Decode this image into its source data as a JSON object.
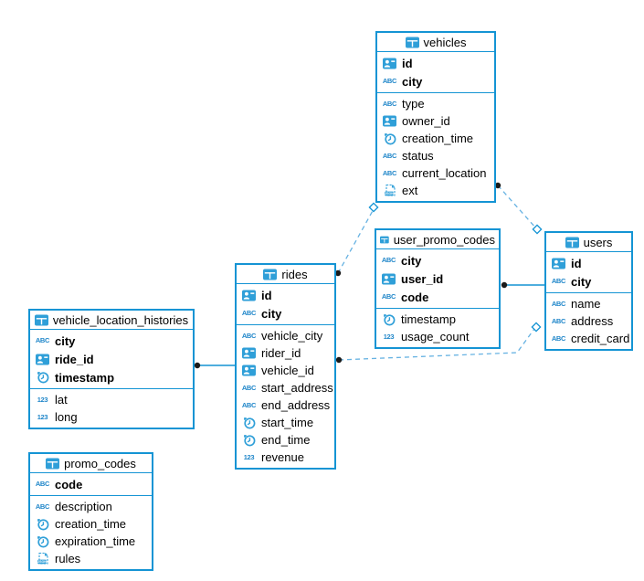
{
  "diagram": {
    "title": "database-er-diagram",
    "tables": [
      {
        "id": "vehicles",
        "title": "vehicles",
        "primary_fields": [
          {
            "name": "id",
            "type": "id"
          },
          {
            "name": "city",
            "type": "text"
          }
        ],
        "fields": [
          {
            "name": "type",
            "type": "text"
          },
          {
            "name": "owner_id",
            "type": "id"
          },
          {
            "name": "creation_time",
            "type": "timestamp"
          },
          {
            "name": "status",
            "type": "text"
          },
          {
            "name": "current_location",
            "type": "text"
          },
          {
            "name": "ext",
            "type": "json"
          }
        ]
      },
      {
        "id": "user_promo_codes",
        "title": "user_promo_codes",
        "primary_fields": [
          {
            "name": "city",
            "type": "text"
          },
          {
            "name": "user_id",
            "type": "id"
          },
          {
            "name": "code",
            "type": "text"
          }
        ],
        "fields": [
          {
            "name": "timestamp",
            "type": "timestamp"
          },
          {
            "name": "usage_count",
            "type": "number"
          }
        ]
      },
      {
        "id": "users",
        "title": "users",
        "primary_fields": [
          {
            "name": "id",
            "type": "id"
          },
          {
            "name": "city",
            "type": "text"
          }
        ],
        "fields": [
          {
            "name": "name",
            "type": "text"
          },
          {
            "name": "address",
            "type": "text"
          },
          {
            "name": "credit_card",
            "type": "text"
          }
        ]
      },
      {
        "id": "rides",
        "title": "rides",
        "primary_fields": [
          {
            "name": "id",
            "type": "id"
          },
          {
            "name": "city",
            "type": "text"
          }
        ],
        "fields": [
          {
            "name": "vehicle_city",
            "type": "text"
          },
          {
            "name": "rider_id",
            "type": "id"
          },
          {
            "name": "vehicle_id",
            "type": "id"
          },
          {
            "name": "start_address",
            "type": "text"
          },
          {
            "name": "end_address",
            "type": "text"
          },
          {
            "name": "start_time",
            "type": "timestamp"
          },
          {
            "name": "end_time",
            "type": "timestamp"
          },
          {
            "name": "revenue",
            "type": "number"
          }
        ]
      },
      {
        "id": "vehicle_location_histories",
        "title": "vehicle_location_histories",
        "primary_fields": [
          {
            "name": "city",
            "type": "text"
          },
          {
            "name": "ride_id",
            "type": "id"
          },
          {
            "name": "timestamp",
            "type": "timestamp"
          }
        ],
        "fields": [
          {
            "name": "lat",
            "type": "number"
          },
          {
            "name": "long",
            "type": "number"
          }
        ]
      },
      {
        "id": "promo_codes",
        "title": "promo_codes",
        "primary_fields": [
          {
            "name": "code",
            "type": "text"
          }
        ],
        "fields": [
          {
            "name": "description",
            "type": "text"
          },
          {
            "name": "creation_time",
            "type": "timestamp"
          },
          {
            "name": "expiration_time",
            "type": "timestamp"
          },
          {
            "name": "rules",
            "type": "json"
          }
        ]
      }
    ],
    "connections": [
      {
        "id": "rides-vehicles",
        "from": "rides",
        "to": "vehicles",
        "line": "dashed"
      },
      {
        "id": "vehicles-users",
        "from": "vehicles",
        "to": "users",
        "line": "dashed"
      },
      {
        "id": "rides-users",
        "from": "rides",
        "to": "users",
        "line": "dashed"
      },
      {
        "id": "user_promo_codes-users",
        "from": "user_promo_codes",
        "to": "users",
        "line": "solid"
      },
      {
        "id": "vehicle_location_histories-rides",
        "from": "vehicle_location_histories",
        "to": "rides",
        "line": "solid"
      }
    ],
    "type_labels": {
      "text": "ABC",
      "number": "123",
      "json": "JSON"
    },
    "colors": {
      "table_border": "#1494d4",
      "icon_blue": "#2f9fd8",
      "type_text_blue": "#1f86c9",
      "dashed_line": "#66b2e2",
      "solid_line": "#1494d4",
      "dot": "#1a1a1a",
      "diamond_fill": "#ffffff",
      "background": "#ffffff",
      "text": "#000000"
    }
  }
}
